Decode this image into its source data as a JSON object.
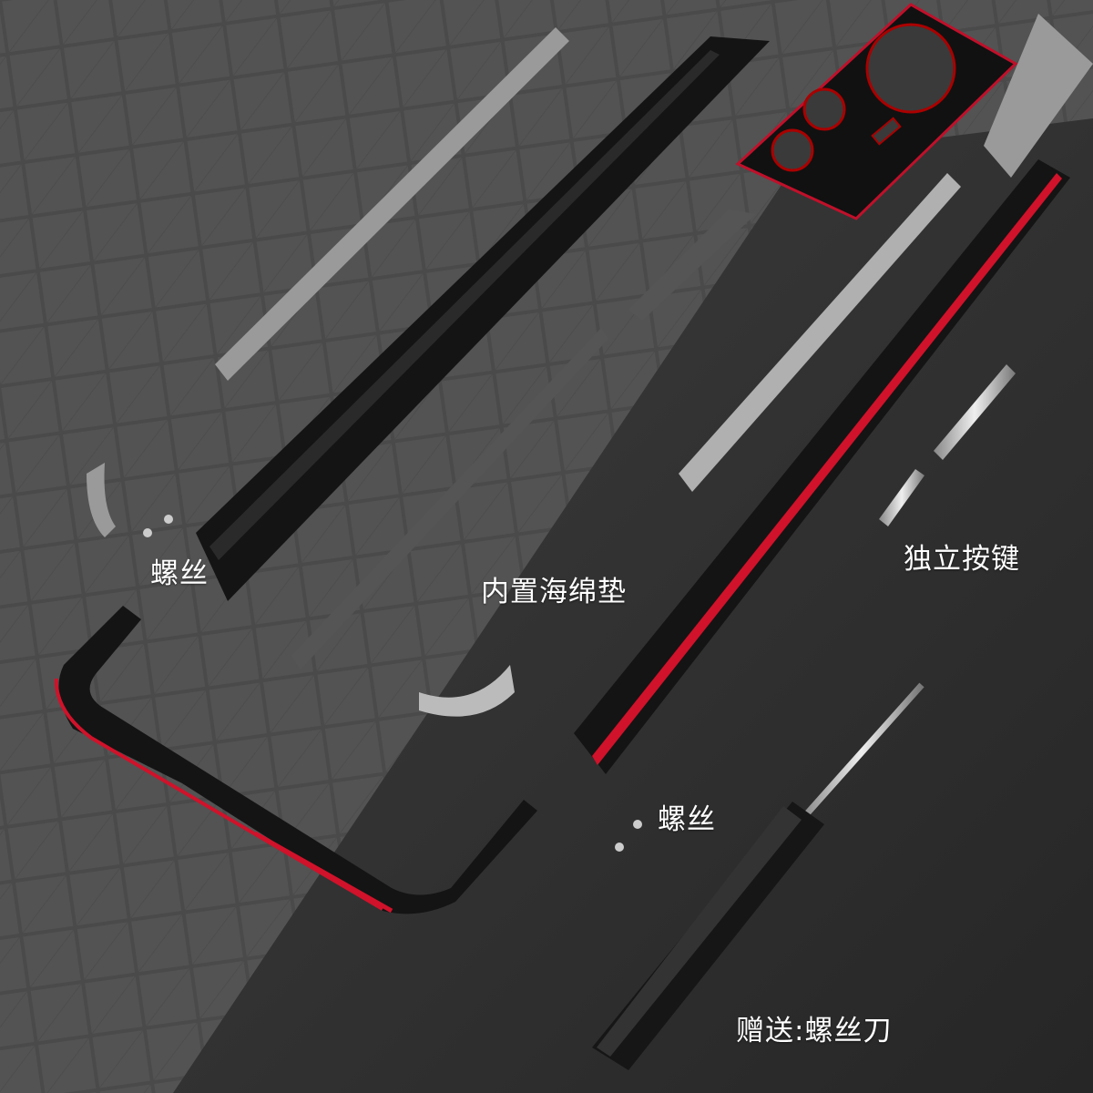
{
  "labels": {
    "screws_left": "螺丝",
    "sponge_pad": "内置海绵垫",
    "independent_buttons": "独立按键",
    "screws_bottom": "螺丝",
    "gift_screwdriver": "赠送:螺丝刀"
  },
  "colors": {
    "frame_black": "#141414",
    "accent_red": "#d0122a",
    "background_dark": "#2e2e2e",
    "pad_grey": "#8a8a8a"
  }
}
